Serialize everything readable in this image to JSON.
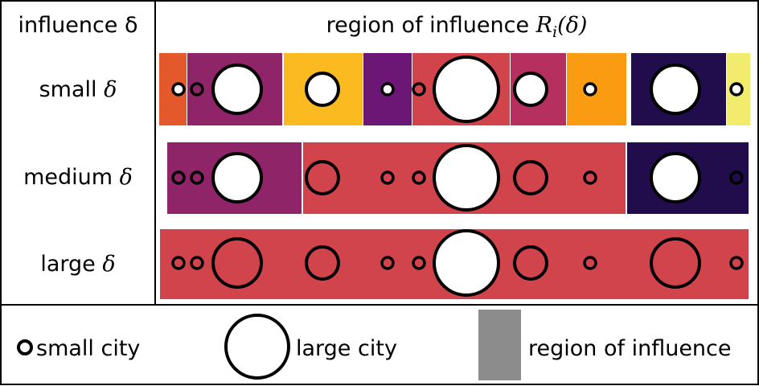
{
  "header": {
    "left_title": "influence δ",
    "right_title_text": "region of influence ",
    "right_title_symbol": "R",
    "right_title_subscript": "i",
    "right_title_arg": "(δ)"
  },
  "rows": [
    {
      "label_word": "small ",
      "label_symbol": "δ",
      "regions": [
        {
          "color": "#e4592b"
        },
        {
          "color": "#8f2469"
        },
        {
          "color": "#fbbb20"
        },
        {
          "color": "#6c1776"
        },
        {
          "color": "#d1444b"
        },
        {
          "color": "#b5305f"
        },
        {
          "color": "#f99c11"
        },
        {
          "color": "#210c4c"
        },
        {
          "color": "#f1ec6e"
        }
      ],
      "cities": [
        {
          "size": "small",
          "fill": "white"
        },
        {
          "size": "small",
          "fill": "none"
        },
        {
          "size": "large",
          "fill": "white"
        },
        {
          "size": "medium",
          "fill": "white"
        },
        {
          "size": "small",
          "fill": "white"
        },
        {
          "size": "small",
          "fill": "none"
        },
        {
          "size": "xlarge",
          "fill": "white"
        },
        {
          "size": "medium",
          "fill": "white"
        },
        {
          "size": "small",
          "fill": "white"
        },
        {
          "size": "large",
          "fill": "white"
        },
        {
          "size": "small",
          "fill": "white"
        }
      ]
    },
    {
      "label_word": "medium ",
      "label_symbol": "δ",
      "regions": [
        {
          "color": "#8f2469"
        },
        {
          "color": "#d1444b"
        },
        {
          "color": "#210c4c"
        }
      ],
      "cities": [
        {
          "size": "small",
          "fill": "none"
        },
        {
          "size": "small",
          "fill": "none"
        },
        {
          "size": "large",
          "fill": "white"
        },
        {
          "size": "medium",
          "fill": "none"
        },
        {
          "size": "small",
          "fill": "none"
        },
        {
          "size": "small",
          "fill": "none"
        },
        {
          "size": "xlarge",
          "fill": "white"
        },
        {
          "size": "medium",
          "fill": "none"
        },
        {
          "size": "small",
          "fill": "none"
        },
        {
          "size": "large",
          "fill": "white"
        },
        {
          "size": "small",
          "fill": "none"
        }
      ]
    },
    {
      "label_word": "large ",
      "label_symbol": "δ",
      "regions": [
        {
          "color": "#d1444b"
        }
      ],
      "cities": [
        {
          "size": "small",
          "fill": "none"
        },
        {
          "size": "small",
          "fill": "none"
        },
        {
          "size": "large",
          "fill": "none"
        },
        {
          "size": "medium",
          "fill": "none"
        },
        {
          "size": "small",
          "fill": "none"
        },
        {
          "size": "small",
          "fill": "none"
        },
        {
          "size": "xlarge",
          "fill": "white"
        },
        {
          "size": "medium",
          "fill": "none"
        },
        {
          "size": "small",
          "fill": "none"
        },
        {
          "size": "large",
          "fill": "none"
        },
        {
          "size": "small",
          "fill": "none"
        }
      ]
    }
  ],
  "legend": {
    "small_city": "small city",
    "large_city": "large city",
    "region": "region of influence",
    "region_color": "#8c8c8c"
  }
}
